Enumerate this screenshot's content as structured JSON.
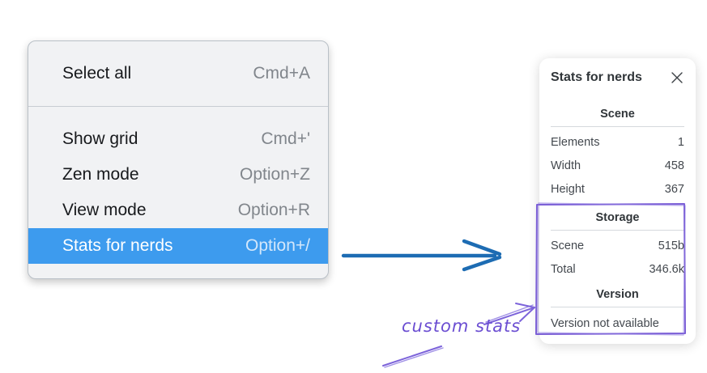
{
  "menu": {
    "items": [
      {
        "label": "Select all",
        "shortcut": "Cmd+A",
        "selected": false
      },
      {
        "label": "Show grid",
        "shortcut": "Cmd+'",
        "selected": false
      },
      {
        "label": "Zen mode",
        "shortcut": "Option+Z",
        "selected": false
      },
      {
        "label": "View mode",
        "shortcut": "Option+R",
        "selected": false
      },
      {
        "label": "Stats for nerds",
        "shortcut": "Option+/",
        "selected": true
      }
    ]
  },
  "stats_panel": {
    "title": "Stats for nerds",
    "sections": [
      {
        "heading": "Scene",
        "rows": [
          {
            "label": "Elements",
            "value": "1"
          },
          {
            "label": "Width",
            "value": "458"
          },
          {
            "label": "Height",
            "value": "367"
          }
        ]
      },
      {
        "heading": "Storage",
        "rows": [
          {
            "label": "Scene",
            "value": "515b"
          },
          {
            "label": "Total",
            "value": "346.6k"
          }
        ]
      },
      {
        "heading": "Version",
        "rows": [],
        "note": "Version not available"
      }
    ]
  },
  "annotation": {
    "label": "custom stats"
  },
  "icons": {
    "close": "close-icon",
    "flow_arrow": "right-arrow-icon",
    "annotation_arrow": "sketch-arrow-icon"
  },
  "colors": {
    "menu_selected_bg": "#3d9bee",
    "menu_bg": "#f1f2f4",
    "shortcut_gray": "#81868c",
    "flow_arrow_blue": "#1d6cb3",
    "annotation_purple": "#7b5fd6",
    "panel_text": "#43484e"
  }
}
